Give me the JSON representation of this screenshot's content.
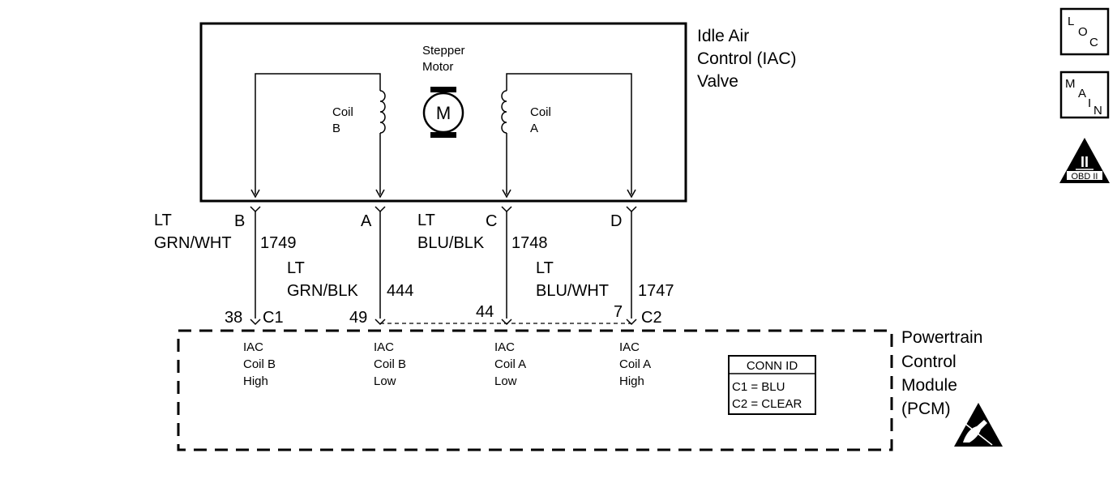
{
  "iac_valve": {
    "line1": "Idle Air",
    "line2": "Control (IAC)",
    "line3": "Valve"
  },
  "motor": {
    "label1": "Stepper",
    "label2": "Motor",
    "symbol": "M"
  },
  "coil_b": {
    "line1": "Coil",
    "line2": "B"
  },
  "coil_a": {
    "line1": "Coil",
    "line2": "A"
  },
  "wires": [
    {
      "pin": "B",
      "color1": "LT",
      "color2": "GRN/WHT",
      "circuit": "1749",
      "pcm_pin": "38",
      "connector": "C1"
    },
    {
      "pin": "A",
      "color1": "LT",
      "color2": "GRN/BLK",
      "circuit": "444",
      "pcm_pin": "49"
    },
    {
      "pin": "C",
      "color1": "LT",
      "color2": "BLU/BLK",
      "circuit": "1748",
      "pcm_pin": "44"
    },
    {
      "pin": "D",
      "color1": "LT",
      "color2": "BLU/WHT",
      "circuit": "1747",
      "pcm_pin": "7",
      "connector": "C2"
    }
  ],
  "pcm": {
    "line1": "Powertrain",
    "line2": "Control",
    "line3": "Module",
    "line4": "(PCM)"
  },
  "pcm_terminals": [
    {
      "line1": "IAC",
      "line2": "Coil B",
      "line3": "High"
    },
    {
      "line1": "IAC",
      "line2": "Coil B",
      "line3": "Low"
    },
    {
      "line1": "IAC",
      "line2": "Coil A",
      "line3": "Low"
    },
    {
      "line1": "IAC",
      "line2": "Coil A",
      "line3": "High"
    }
  ],
  "conn_id": {
    "title": "CONN ID",
    "row1": "C1 = BLU",
    "row2": "C2 = CLEAR"
  },
  "icons": {
    "loc": {
      "l": "L",
      "o": "O",
      "c": "C"
    },
    "main": {
      "m": "M",
      "a": "A",
      "i": "I",
      "n": "N"
    },
    "obd": {
      "numeral": "II",
      "text": "OBD II"
    },
    "esd": "esd-sensitive-icon"
  }
}
